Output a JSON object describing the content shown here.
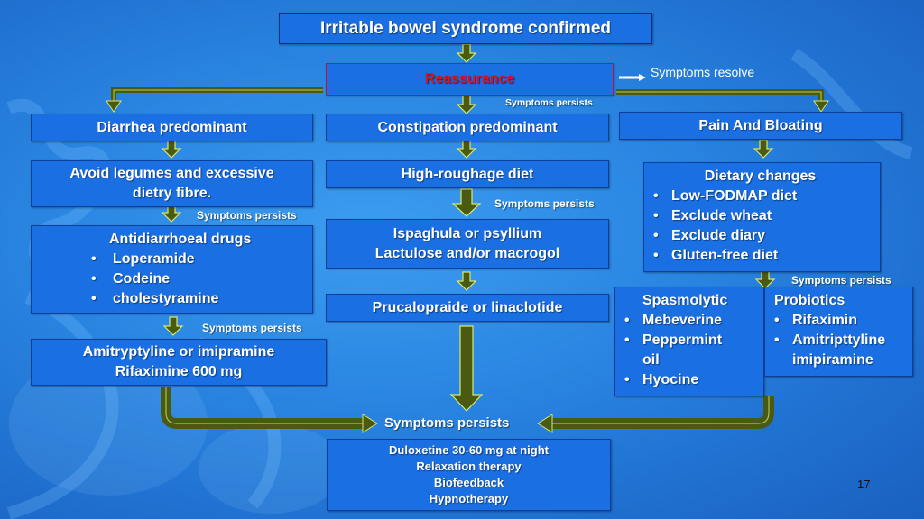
{
  "title": "Irritable bowel syndrome confirmed",
  "reassurance": "Reassurance",
  "symptoms_resolve": "Symptoms resolve",
  "symptoms_persists": "Symptoms persists",
  "columns": {
    "diarrhea": {
      "header": "Diarrhea predominant",
      "step1": [
        "Avoid legumes and excessive",
        "dietry fibre."
      ],
      "drugs_title": "Antidiarrhoeal drugs",
      "drugs": [
        "Loperamide",
        "Codeine",
        "cholestyramine"
      ],
      "step3": [
        "Amitryptyline or imipramine",
        "Rifaximine 600 mg"
      ]
    },
    "constipation": {
      "header": "Constipation predominant",
      "step1": "High-roughage diet",
      "step2": [
        "Ispaghula or psyllium",
        "Lactulose and/or macrogol"
      ],
      "step3": "Prucalopraide or linaclotide"
    },
    "pain": {
      "header": "Pain And Bloating",
      "diet_title": "Dietary changes",
      "diet": [
        "Low-FODMAP diet",
        "Exclude wheat",
        "Exclude diary",
        "Gluten-free diet"
      ],
      "spasmolytic_title": "Spasmolytic",
      "spasmolytic": [
        "Mebeverine",
        "Peppermint oil",
        "Hyocine"
      ],
      "probiotics_title": "Probiotics",
      "probiotics": [
        "Rifaximin",
        "Amitripttyline imipiramine"
      ]
    }
  },
  "final": [
    "Duloxetine 30-60 mg at night",
    "Relaxation  therapy",
    "Biofeedback",
    "Hypnotherapy"
  ],
  "page_number": "17",
  "colors": {
    "box_fill": "#1a6fe3",
    "arrow_fill": "#4a5a10",
    "arrow_stroke": "#d8e870",
    "reassurance_text": "#d4142a"
  }
}
